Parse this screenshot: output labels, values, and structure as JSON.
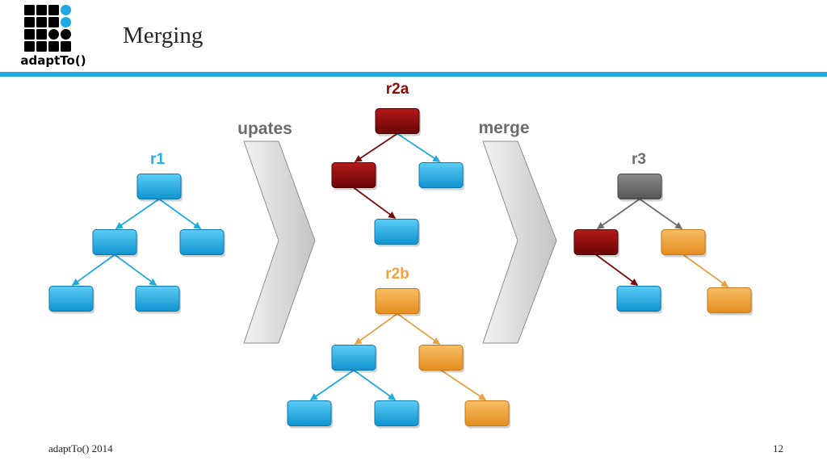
{
  "header": {
    "logo_text": "adaptTo()",
    "title": "Merging"
  },
  "footer": {
    "left": "adaptTo() 2014",
    "page_number": "12"
  },
  "colors": {
    "blue": "#1fb0ea",
    "darkred": "#8b0a0a",
    "orange": "#f2a33a",
    "gray": "#6d6d6d",
    "accent_rule": "#1fa9e1"
  },
  "steps": [
    {
      "id": "updates",
      "label": "upates"
    },
    {
      "id": "merge",
      "label": "merge"
    }
  ],
  "trees": [
    {
      "id": "r1",
      "label": "r1",
      "label_color": "blue",
      "nodes": [
        {
          "id": "root",
          "color": "blue"
        },
        {
          "id": "a",
          "color": "blue"
        },
        {
          "id": "b",
          "color": "blue"
        },
        {
          "id": "a1",
          "color": "blue"
        },
        {
          "id": "a2",
          "color": "blue"
        }
      ],
      "edges": [
        {
          "from": "root",
          "to": "a",
          "color": "blue"
        },
        {
          "from": "root",
          "to": "b",
          "color": "blue"
        },
        {
          "from": "a",
          "to": "a1",
          "color": "blue"
        },
        {
          "from": "a",
          "to": "a2",
          "color": "blue"
        }
      ]
    },
    {
      "id": "r2a",
      "label": "r2a",
      "label_color": "darkred",
      "nodes": [
        {
          "id": "root",
          "color": "darkred"
        },
        {
          "id": "a",
          "color": "darkred"
        },
        {
          "id": "b",
          "color": "blue"
        },
        {
          "id": "a1",
          "color": "blue"
        }
      ],
      "edges": [
        {
          "from": "root",
          "to": "a",
          "color": "darkred"
        },
        {
          "from": "root",
          "to": "b",
          "color": "blue"
        },
        {
          "from": "a",
          "to": "a1",
          "color": "darkred"
        }
      ]
    },
    {
      "id": "r2b",
      "label": "r2b",
      "label_color": "orange",
      "nodes": [
        {
          "id": "root",
          "color": "orange"
        },
        {
          "id": "a",
          "color": "blue"
        },
        {
          "id": "b",
          "color": "orange"
        },
        {
          "id": "a1",
          "color": "blue"
        },
        {
          "id": "a2",
          "color": "blue"
        },
        {
          "id": "b1",
          "color": "orange"
        }
      ],
      "edges": [
        {
          "from": "root",
          "to": "a",
          "color": "orange"
        },
        {
          "from": "root",
          "to": "b",
          "color": "orange"
        },
        {
          "from": "a",
          "to": "a1",
          "color": "blue"
        },
        {
          "from": "a",
          "to": "a2",
          "color": "blue"
        },
        {
          "from": "b",
          "to": "b1",
          "color": "orange"
        }
      ]
    },
    {
      "id": "r3",
      "label": "r3",
      "label_color": "gray",
      "nodes": [
        {
          "id": "root",
          "color": "gray"
        },
        {
          "id": "a",
          "color": "darkred"
        },
        {
          "id": "b",
          "color": "orange"
        },
        {
          "id": "a1",
          "color": "blue"
        },
        {
          "id": "b1",
          "color": "orange"
        }
      ],
      "edges": [
        {
          "from": "root",
          "to": "a",
          "color": "gray"
        },
        {
          "from": "root",
          "to": "b",
          "color": "gray"
        },
        {
          "from": "a",
          "to": "a1",
          "color": "darkred"
        },
        {
          "from": "b",
          "to": "b1",
          "color": "orange"
        }
      ]
    }
  ]
}
